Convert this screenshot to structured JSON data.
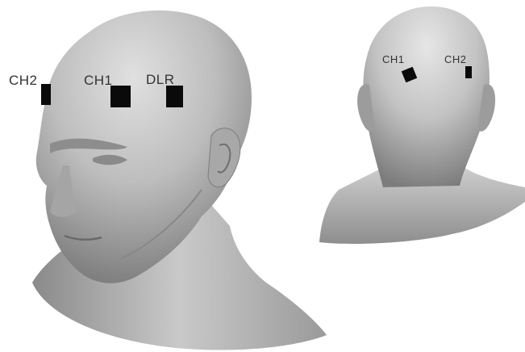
{
  "front_view": {
    "labels": {
      "ch2": "CH2",
      "ch1": "CH1",
      "dlr": "DLR"
    }
  },
  "back_view": {
    "labels": {
      "ch1": "CH1",
      "ch2": "CH2"
    }
  },
  "colors": {
    "background": "#ffffff",
    "electrode": "#0a0a0a",
    "label_text": "#333333",
    "skin_light": "#d8d8d8",
    "skin_dark": "#6e6e6e"
  }
}
